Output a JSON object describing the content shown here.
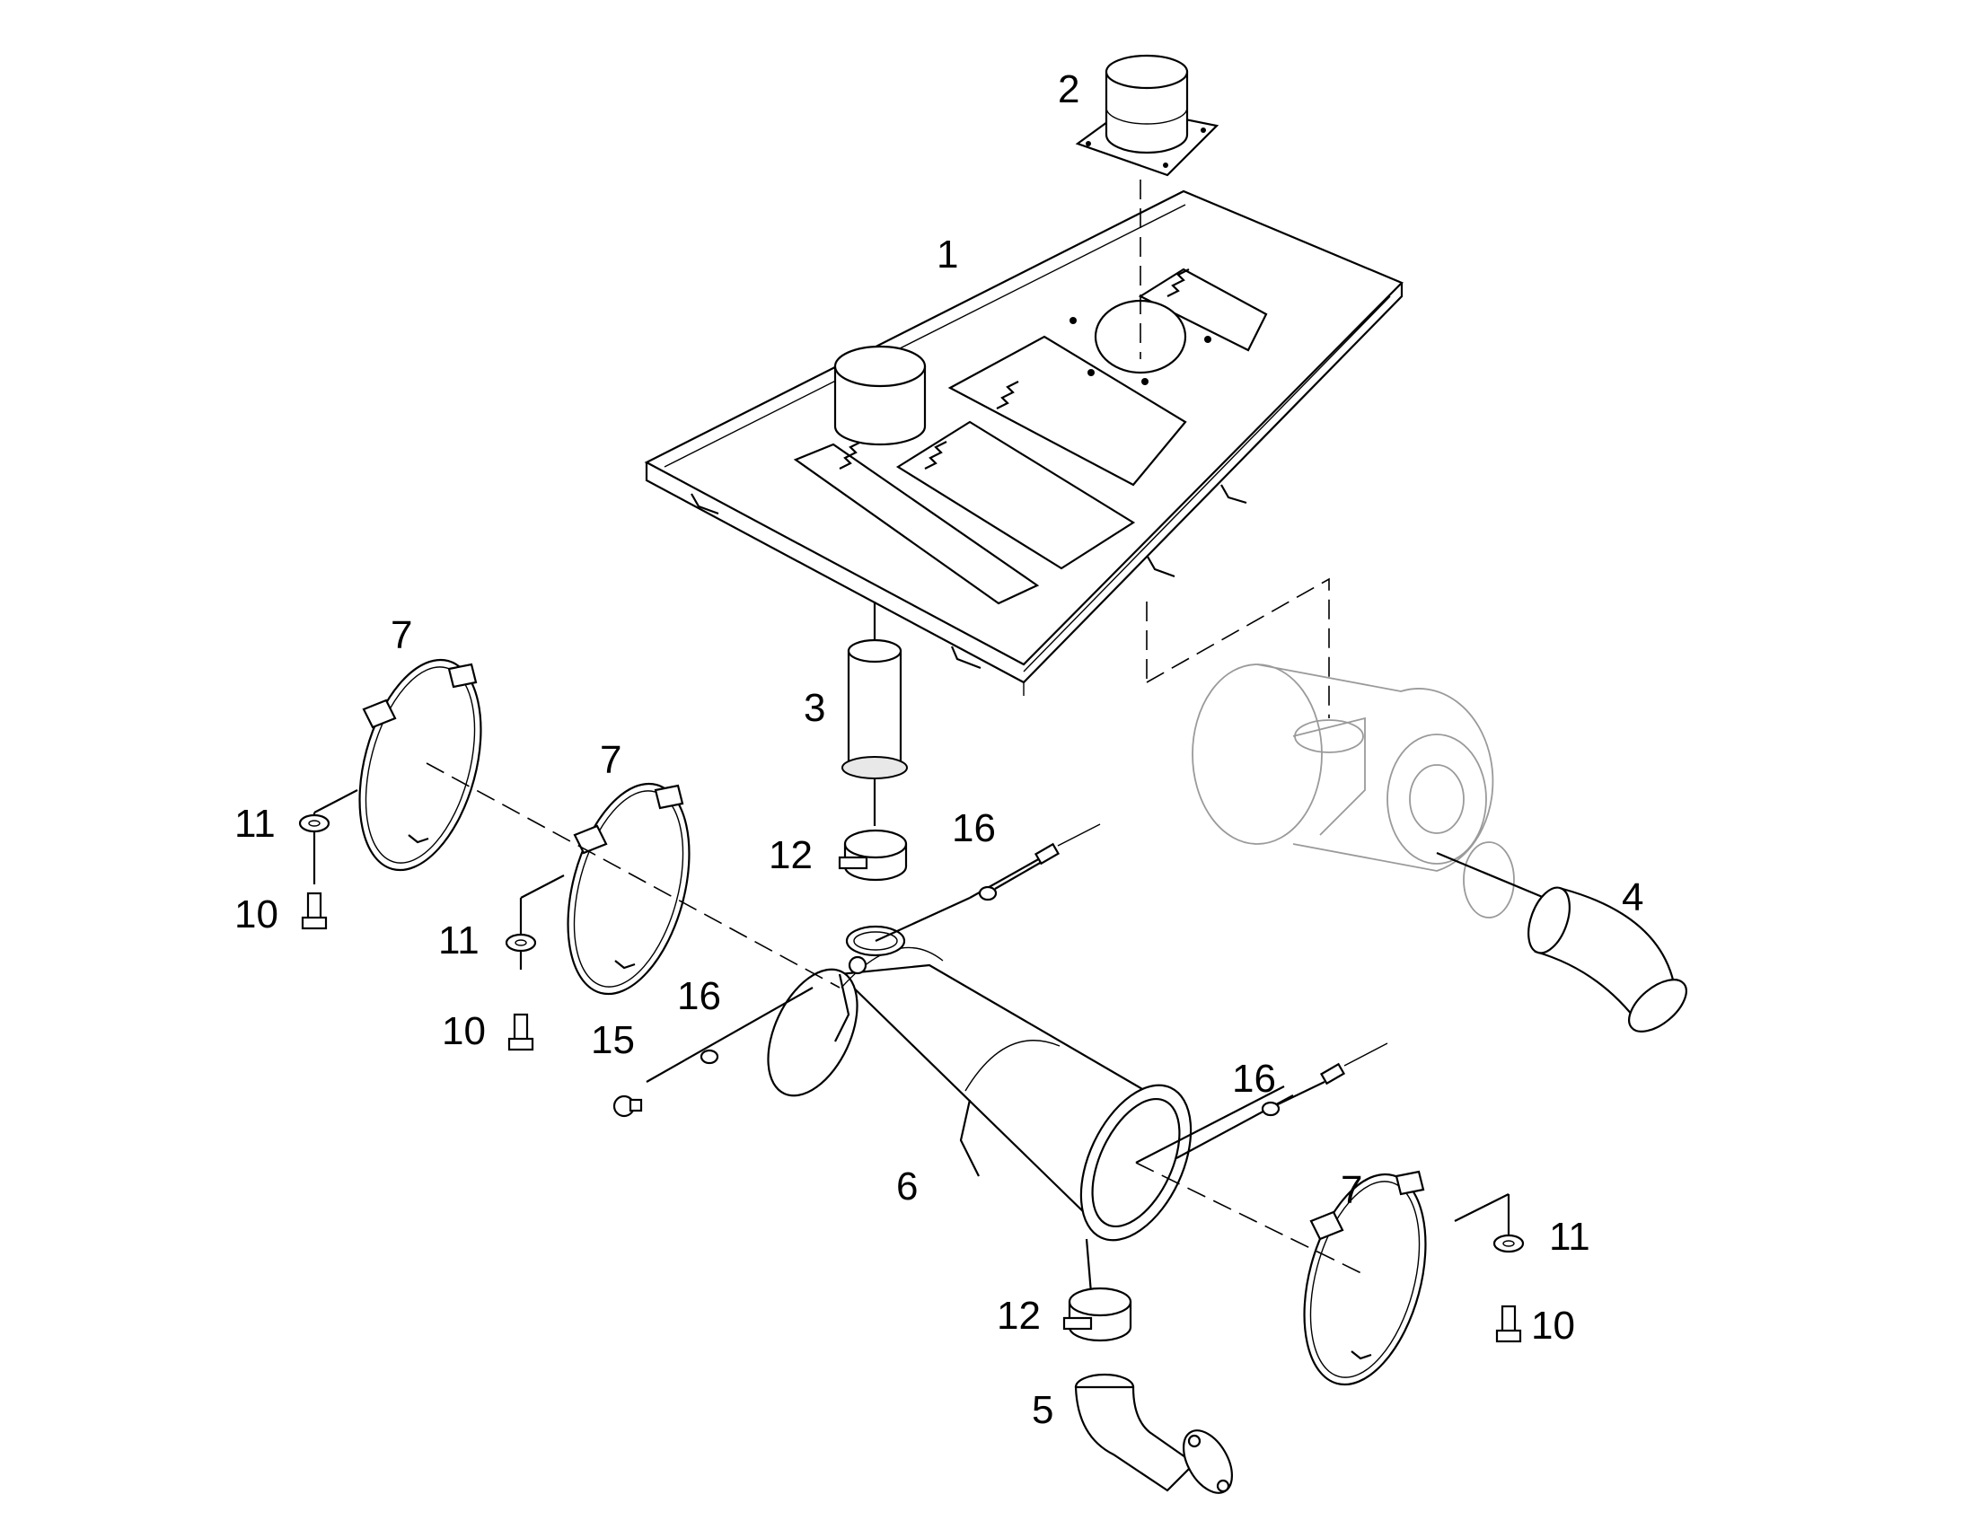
{
  "callouts": [
    {
      "id": "c1",
      "text": "1"
    },
    {
      "id": "c2",
      "text": "2"
    },
    {
      "id": "c3",
      "text": "3"
    },
    {
      "id": "c4",
      "text": "4"
    },
    {
      "id": "c5",
      "text": "5"
    },
    {
      "id": "c6",
      "text": "6"
    },
    {
      "id": "c7a",
      "text": "7"
    },
    {
      "id": "c7b",
      "text": "7"
    },
    {
      "id": "c7c",
      "text": "7"
    },
    {
      "id": "c10a",
      "text": "10"
    },
    {
      "id": "c10b",
      "text": "10"
    },
    {
      "id": "c10c",
      "text": "10"
    },
    {
      "id": "c11a",
      "text": "11"
    },
    {
      "id": "c11b",
      "text": "11"
    },
    {
      "id": "c11c",
      "text": "11"
    },
    {
      "id": "c12a",
      "text": "12"
    },
    {
      "id": "c12b",
      "text": "12"
    },
    {
      "id": "c15",
      "text": "15"
    },
    {
      "id": "c16a",
      "text": "16"
    },
    {
      "id": "c16b",
      "text": "16"
    },
    {
      "id": "c16c",
      "text": "16"
    }
  ]
}
